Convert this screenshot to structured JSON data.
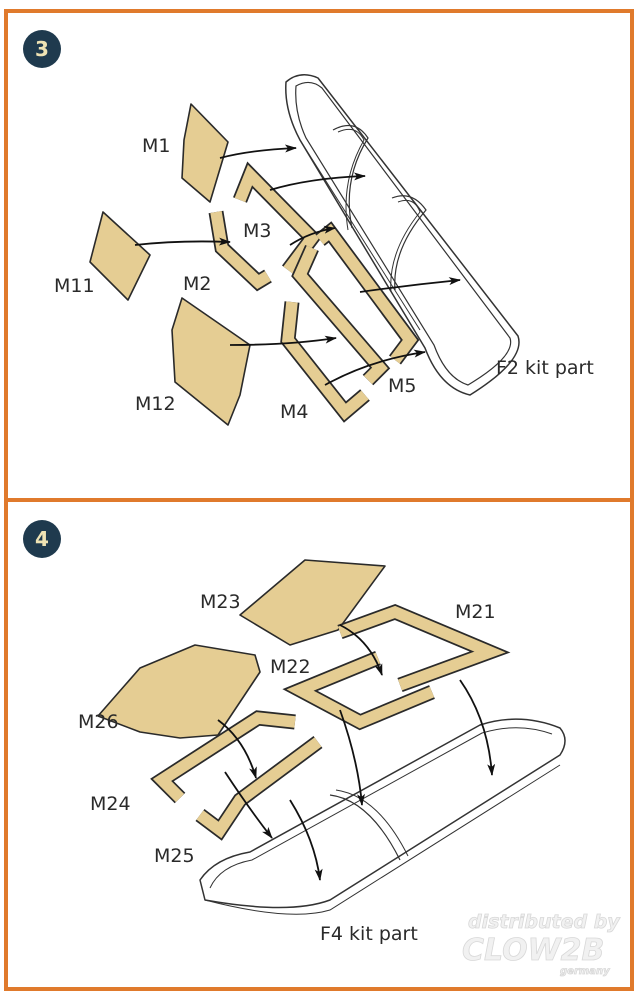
{
  "colors": {
    "frame": "#e07a2c",
    "badge": "#1f3a4e",
    "badge_text": "#efe3b4",
    "mask_part": "#e5cd93"
  },
  "steps": [
    {
      "number": "3",
      "labels": [
        "M1",
        "M3",
        "M11",
        "M2",
        "M12",
        "M4",
        "M5"
      ],
      "kit_part": "F2 kit part"
    },
    {
      "number": "4",
      "labels": [
        "M23",
        "M21",
        "M22",
        "M26",
        "M24",
        "M25"
      ],
      "kit_part": "F4 kit part"
    }
  ],
  "watermark": {
    "line1": "distributed by",
    "brand": "CLOW2B",
    "sub": "germany"
  }
}
